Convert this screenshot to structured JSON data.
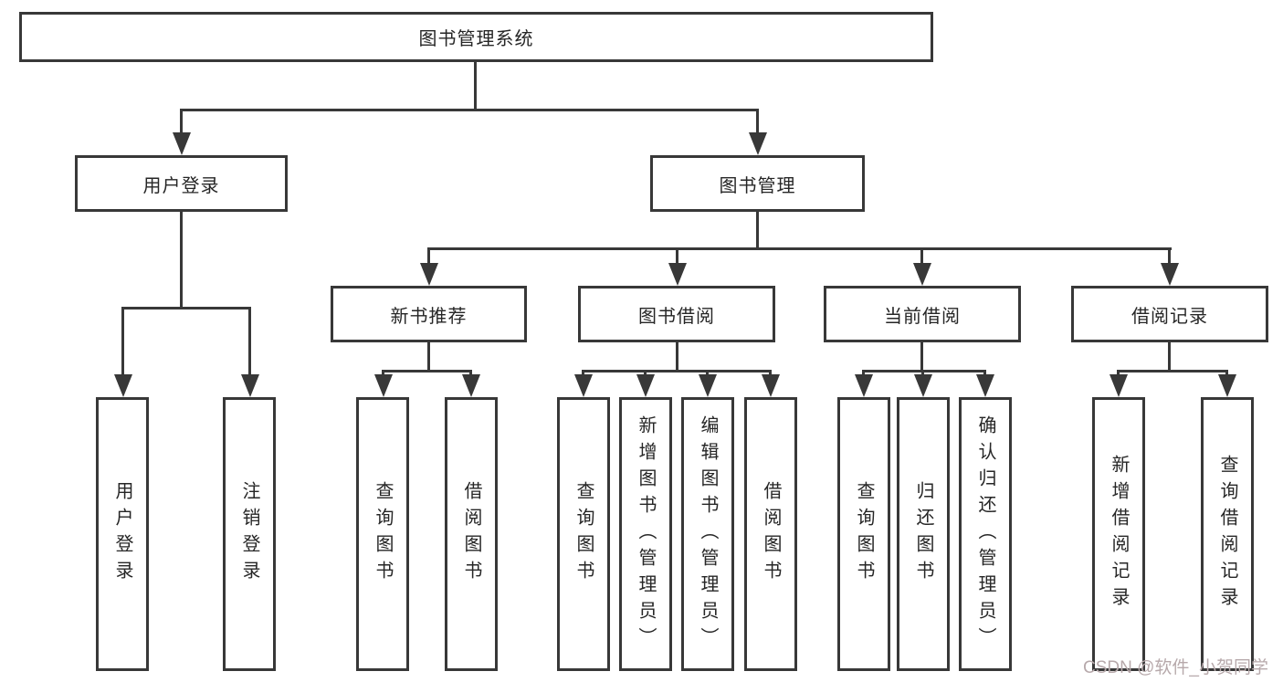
{
  "tree": {
    "label": "图书管理系统",
    "children": [
      {
        "label": "用户登录",
        "children": [
          {
            "label": "用户登录"
          },
          {
            "label": "注销登录"
          }
        ]
      },
      {
        "label": "图书管理",
        "children": [
          {
            "label": "新书推荐",
            "children": [
              {
                "label": "查询图书"
              },
              {
                "label": "借阅图书"
              }
            ]
          },
          {
            "label": "图书借阅",
            "children": [
              {
                "label": "查询图书"
              },
              {
                "label": "新增图书（管理员）"
              },
              {
                "label": "编辑图书（管理员）"
              },
              {
                "label": "借阅图书"
              }
            ]
          },
          {
            "label": "当前借阅",
            "children": [
              {
                "label": "查询图书"
              },
              {
                "label": "归还图书"
              },
              {
                "label": "确认归还（管理员）"
              }
            ]
          },
          {
            "label": "借阅记录",
            "children": [
              {
                "label": "新增借阅记录"
              },
              {
                "label": "查询借阅记录"
              }
            ]
          }
        ]
      }
    ]
  },
  "watermark": {
    "text": "CSDN @软件_小贺同学"
  },
  "colors": {
    "line": "#383838",
    "text": "#262626",
    "watermark": "#b7a9ab",
    "background": "#ffffff"
  }
}
